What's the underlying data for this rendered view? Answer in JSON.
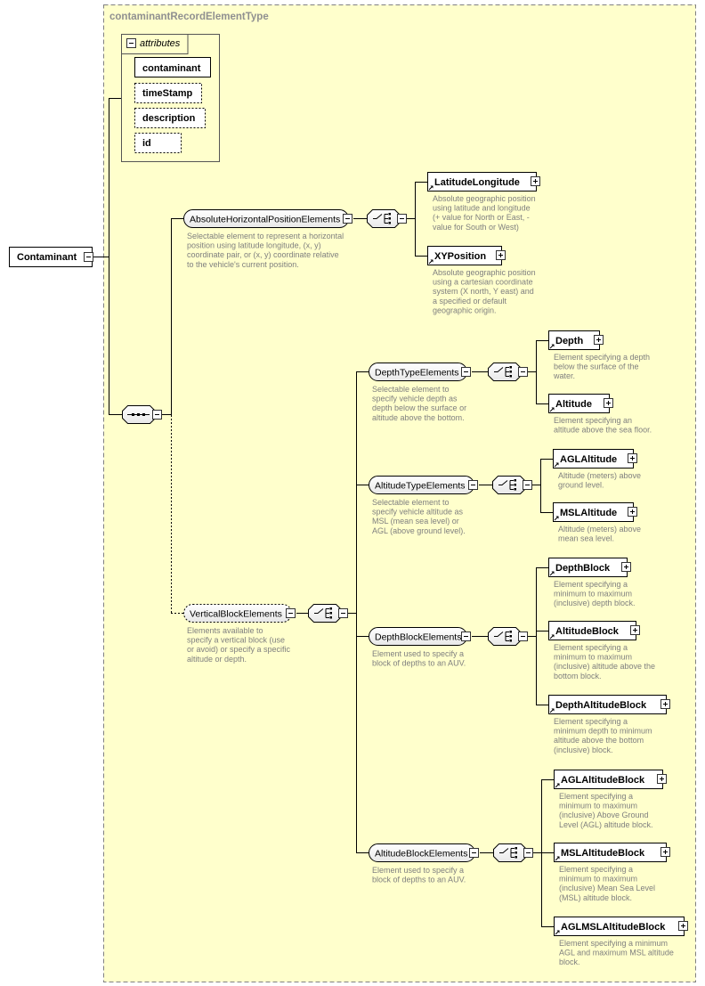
{
  "type_box": {
    "title": "contaminantRecordElementType"
  },
  "root_element": {
    "label": "Contaminant"
  },
  "attributes": {
    "header": "attributes",
    "items": [
      {
        "label": "contaminant",
        "required": true
      },
      {
        "label": "timeStamp",
        "required": false
      },
      {
        "label": "description",
        "required": false
      },
      {
        "label": "id",
        "required": false
      }
    ]
  },
  "groups": {
    "horizontal": {
      "label": "AbsoluteHorizontalPositionElements",
      "doc": [
        "Selectable element to represent a horizontal",
        "position using latitude longitude, (x, y)",
        "coordinate pair, or (x, y) coordinate relative",
        "to the vehicle's current position."
      ]
    },
    "vertical": {
      "label": "VerticalBlockElements",
      "doc": [
        "Elements available to",
        "specify a vertical block (use",
        "or avoid) or specify a specific",
        "altitude or depth."
      ]
    },
    "depth_type": {
      "label": "DepthTypeElements",
      "doc": [
        "Selectable element to",
        "specify vehicle depth as",
        "depth below the surface or",
        "altitude above the bottom."
      ]
    },
    "altitude_type": {
      "label": "AltitudeTypeElements",
      "doc": [
        "Selectable element to",
        "specify vehicle altitude as",
        "MSL (mean sea level) or",
        "AGL (above ground level)."
      ]
    },
    "depth_block": {
      "label": "DepthBlockElements",
      "doc": [
        "Element used to specify a",
        "block of depths to an AUV."
      ]
    },
    "altitude_block": {
      "label": "AltitudeBlockElements",
      "doc": [
        "Element used to specify a",
        "block of depths to an AUV."
      ]
    }
  },
  "elements": {
    "latlon": {
      "label": "LatitudeLongitude",
      "doc": [
        "Absolute geographic position",
        "using latitude and longitude",
        "(+ value for North or East, -",
        "value for South or West)"
      ]
    },
    "xy": {
      "label": "XYPosition",
      "doc": [
        "Absolute geographic position",
        "using a cartesian coordinate",
        "system (X north, Y east) and",
        "a specified or default",
        "geographic origin."
      ]
    },
    "depth": {
      "label": "Depth",
      "doc": [
        "Element specifying a depth",
        "below the surface of the",
        "water."
      ]
    },
    "altitude": {
      "label": "Altitude",
      "doc": [
        "Element specifying an",
        "altitude above the sea floor."
      ]
    },
    "agl_altitude": {
      "label": "AGLAltitude",
      "doc": [
        "Altitude (meters) above",
        "ground level."
      ]
    },
    "msl_altitude": {
      "label": "MSLAltitude",
      "doc": [
        "Altitude (meters) above",
        "mean sea level."
      ]
    },
    "depth_block": {
      "label": "DepthBlock",
      "doc": [
        "Element specifying a",
        "minimum to maximum",
        "(inclusive) depth block."
      ]
    },
    "altitude_block": {
      "label": "AltitudeBlock",
      "doc": [
        "Element specifying a",
        "minimum to maximum",
        "(inclusive) altitude above the",
        "bottom block."
      ]
    },
    "depth_altitude_block": {
      "label": "DepthAltitudeBlock",
      "doc": [
        "Element specifying a",
        "minimum depth to minimum",
        "altitude above the bottom",
        "(inclusive) block."
      ]
    },
    "agl_altitude_block": {
      "label": "AGLAltitudeBlock",
      "doc": [
        "Element specifying a",
        "minimum to maximum",
        "(inclusive) Above Ground",
        "Level (AGL) altitude block."
      ]
    },
    "msl_altitude_block": {
      "label": "MSLAltitudeBlock",
      "doc": [
        "Element specifying a",
        "minimum to maximum",
        "(inclusive) Mean Sea Level",
        "(MSL) altitude block."
      ]
    },
    "aglmsl_altitude_block": {
      "label": "AGLMSLAltitudeBlock",
      "doc": [
        "Element specifying a minimum",
        "AGL and maximum MSL altitude",
        "block."
      ]
    }
  },
  "colors": {
    "type_bg": "#ffffcc",
    "border": "#808080",
    "line": "#000000",
    "doc_text": "#7f7f7f"
  }
}
